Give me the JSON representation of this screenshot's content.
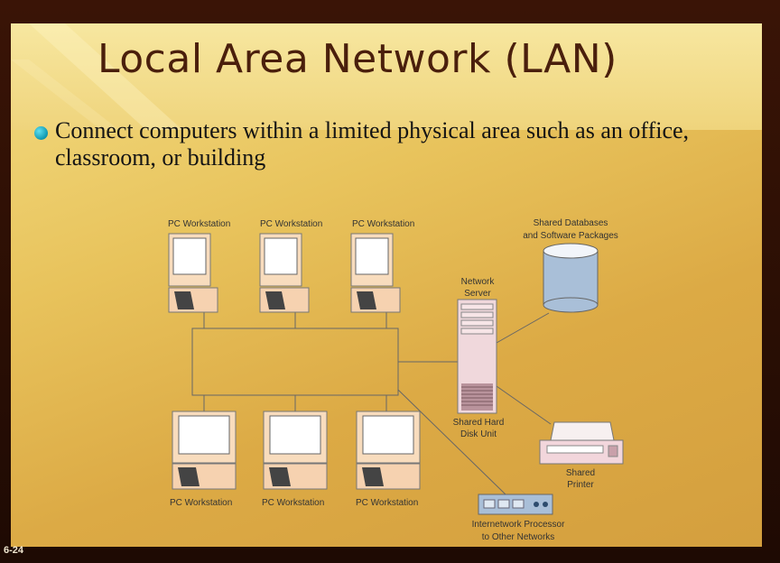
{
  "title": "Local Area Network (LAN)",
  "bullet": "Connect computers within a limited physical area such as an office, classroom, or building",
  "diagram": {
    "top_workstations": [
      "PC Workstation",
      "PC Workstation",
      "PC Workstation"
    ],
    "bottom_workstations": [
      "PC Workstation",
      "PC Workstation",
      "PC Workstation"
    ],
    "server_label": [
      "Network",
      "Server"
    ],
    "hard_disk_label": [
      "Shared Hard",
      "Disk Unit"
    ],
    "database_label": [
      "Shared Databases",
      "and Software Packages"
    ],
    "printer_label": [
      "Shared",
      "Printer"
    ],
    "router_label": [
      "Internetwork Processor",
      "to Other Networks"
    ]
  },
  "slide_number": "6-24",
  "colors": {
    "title": "#4a1f0c",
    "bullet": "#0f97b0",
    "monitor_base": "#f6d2b0",
    "server": "#f0d8dc",
    "database": "#a9bfd8"
  }
}
